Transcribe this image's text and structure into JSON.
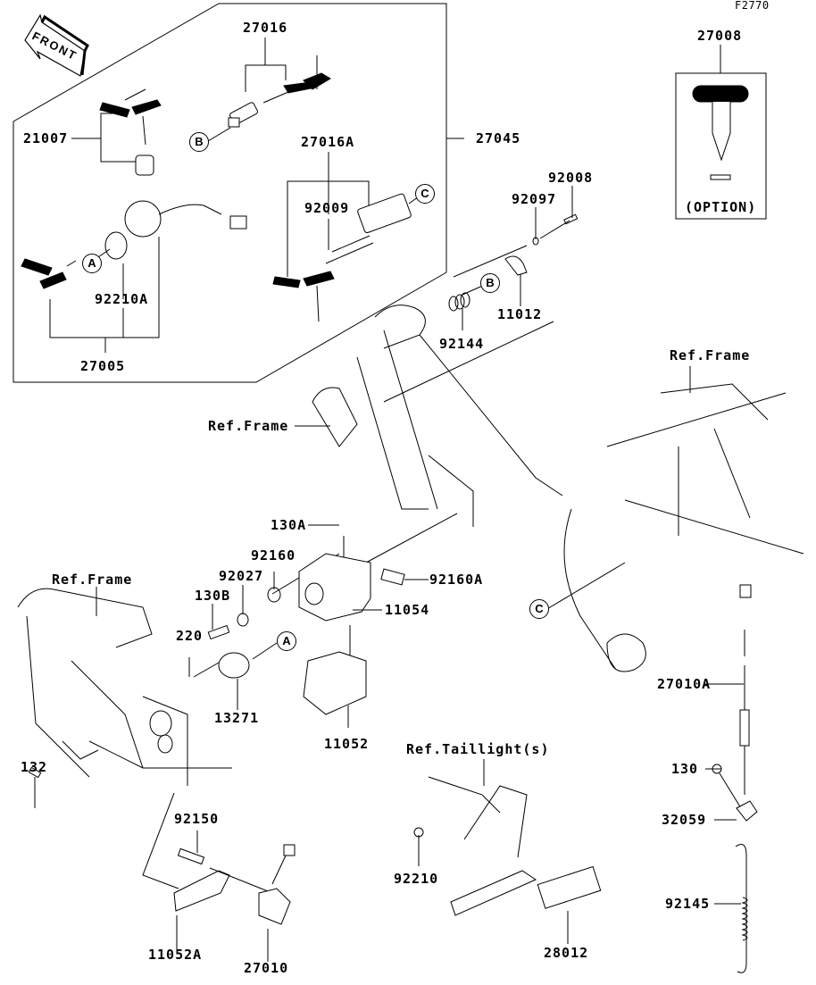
{
  "diagram": {
    "figure_id": "F2770",
    "front_indicator": "FRONT",
    "option_label": "(OPTION)",
    "callouts": {
      "a": "A",
      "b": "B",
      "c": "C"
    },
    "parts": {
      "p27016": "27016",
      "p21007": "21007",
      "p27016A": "27016A",
      "p27045": "27045",
      "p92009": "92009",
      "p92210A": "92210A",
      "p27005": "27005",
      "p27008": "27008",
      "p92008": "92008",
      "p92097": "92097",
      "p11012": "11012",
      "p92144": "92144",
      "p130A": "130A",
      "p92160": "92160",
      "p92027": "92027",
      "p92160A": "92160A",
      "p130B": "130B",
      "p11054": "11054",
      "p220": "220",
      "p13271": "13271",
      "p11052": "11052",
      "p132": "132",
      "p92150": "92150",
      "p11052A": "11052A",
      "p27010": "27010",
      "p27010A": "27010A",
      "p130": "130",
      "p32059": "32059",
      "p92145": "92145",
      "p92210": "92210",
      "p28012": "28012"
    },
    "references": {
      "frame_top": "Ref.Frame",
      "frame_mid": "Ref.Frame",
      "frame_left": "Ref.Frame",
      "taillight": "Ref.Taillight(s)"
    }
  }
}
